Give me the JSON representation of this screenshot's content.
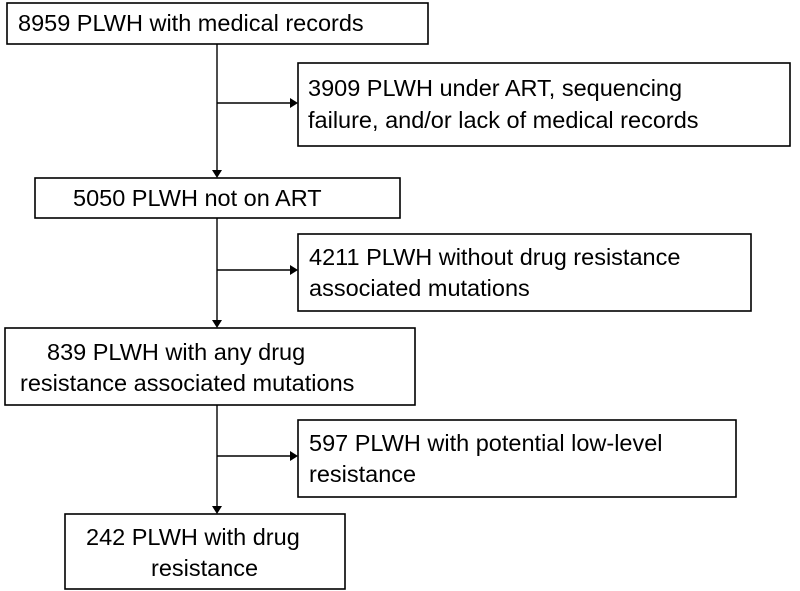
{
  "boxes": {
    "b1": [
      "8959 PLWH with medical records"
    ],
    "e1": [
      "3909 PLWH under ART, sequencing",
      "failure, and/or lack of medical records"
    ],
    "b2": [
      "5050 PLWH not on ART"
    ],
    "e2": [
      "4211 PLWH without drug resistance",
      "associated mutations"
    ],
    "b3": [
      "839 PLWH with any drug",
      "resistance associated mutations"
    ],
    "e3": [
      "597 PLWH with potential low-level",
      "resistance"
    ],
    "b4": [
      "242 PLWH with drug",
      "resistance"
    ]
  }
}
